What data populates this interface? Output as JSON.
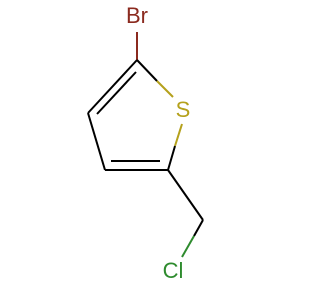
{
  "molecule": {
    "atoms": {
      "bromine": {
        "label": "Br",
        "color": "#8b2a1f"
      },
      "sulfur": {
        "label": "S",
        "color": "#b5a11c"
      },
      "chlorine": {
        "label": "Cl",
        "color": "#2e8b2e"
      }
    },
    "bond_color": "#000000"
  }
}
